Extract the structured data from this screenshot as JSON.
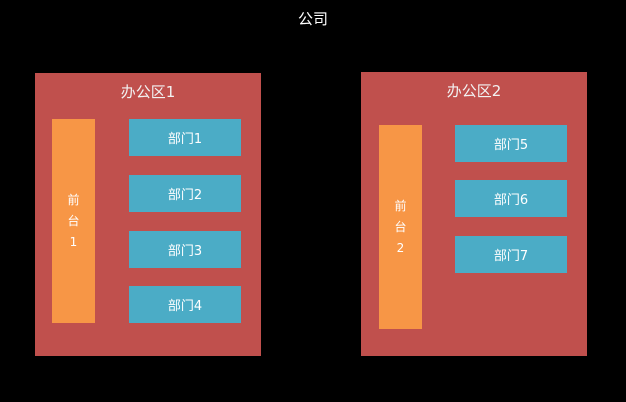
{
  "company": {
    "title": "公司"
  },
  "zones": [
    {
      "title": "办公区1",
      "reception": [
        "前",
        "台",
        "1"
      ],
      "departments": [
        "部门1",
        "部门2",
        "部门3",
        "部门4"
      ]
    },
    {
      "title": "办公区2",
      "reception": [
        "前",
        "台",
        "2"
      ],
      "departments": [
        "部门5",
        "部门6",
        "部门7"
      ]
    }
  ],
  "colors": {
    "background": "#000000",
    "zone": "#c0504d",
    "reception": "#f79646",
    "department": "#4bacc6",
    "text": "#ffffff"
  }
}
